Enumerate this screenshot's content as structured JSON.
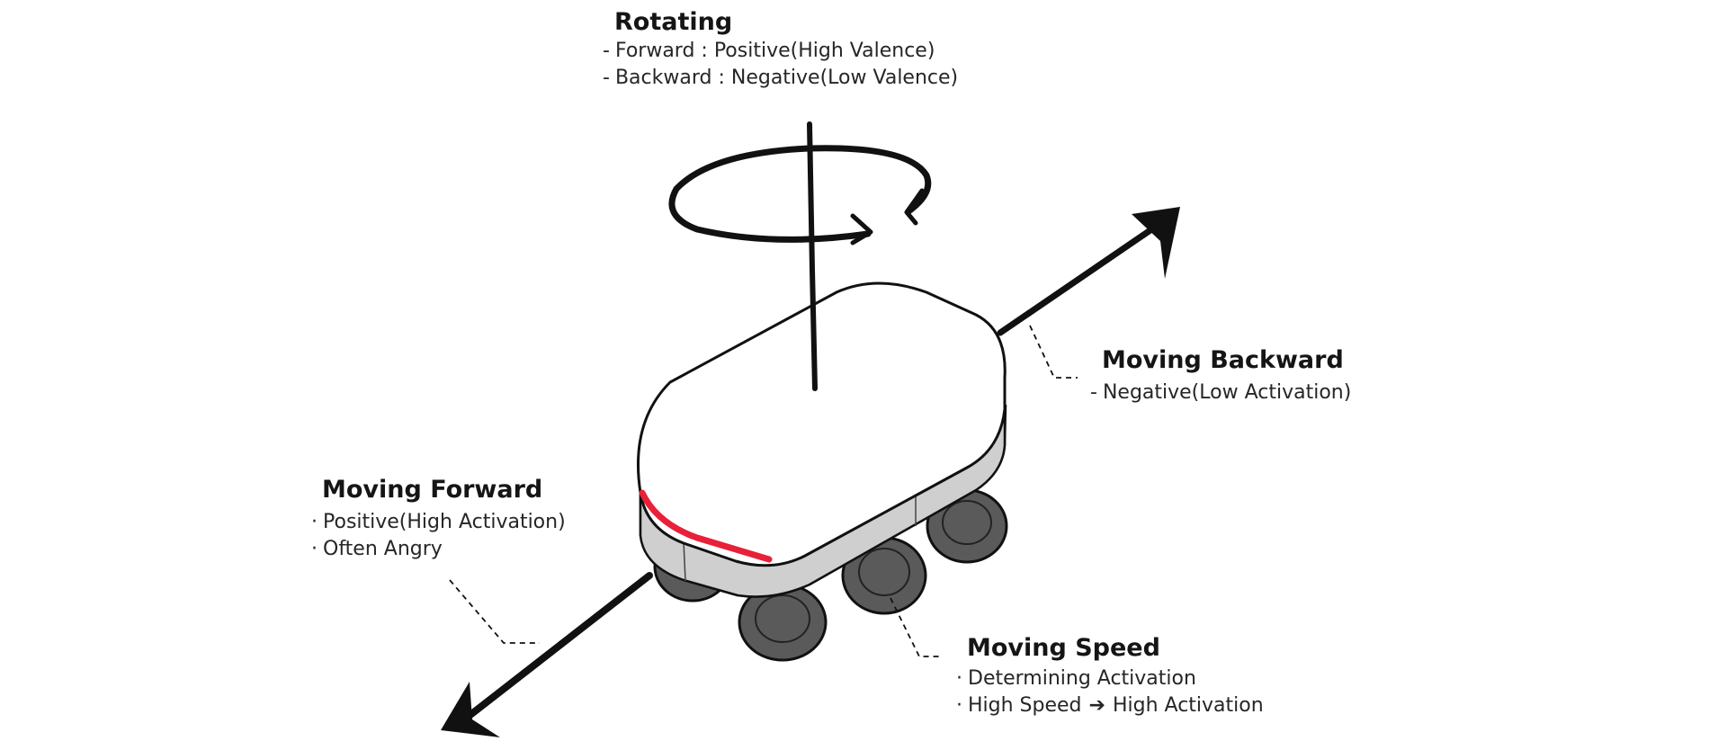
{
  "rotating": {
    "title": "Rotating",
    "lines": [
      "Forward : Positive(High Valence)",
      "Backward : Negative(Low Valence)"
    ],
    "bullet": "-"
  },
  "moving_backward": {
    "title": "Moving Backward",
    "lines": [
      "Negative(Low Activation)"
    ],
    "bullet": "-"
  },
  "moving_forward": {
    "title": "Moving Forward",
    "lines": [
      "Positive(High Activation)",
      "Often Angry"
    ],
    "bullet": "·"
  },
  "moving_speed": {
    "title": "Moving Speed",
    "line1": "Determining Activation",
    "line2_left": "High Speed",
    "line2_arrow": "➔",
    "line2_right": "High Activation",
    "bullet": "·"
  },
  "colors": {
    "ink": "#111111",
    "robot_top": "#ffffff",
    "robot_body": "#cfcfcf",
    "wheel": "#5a5a5a",
    "accent_light": "#e8203a"
  }
}
